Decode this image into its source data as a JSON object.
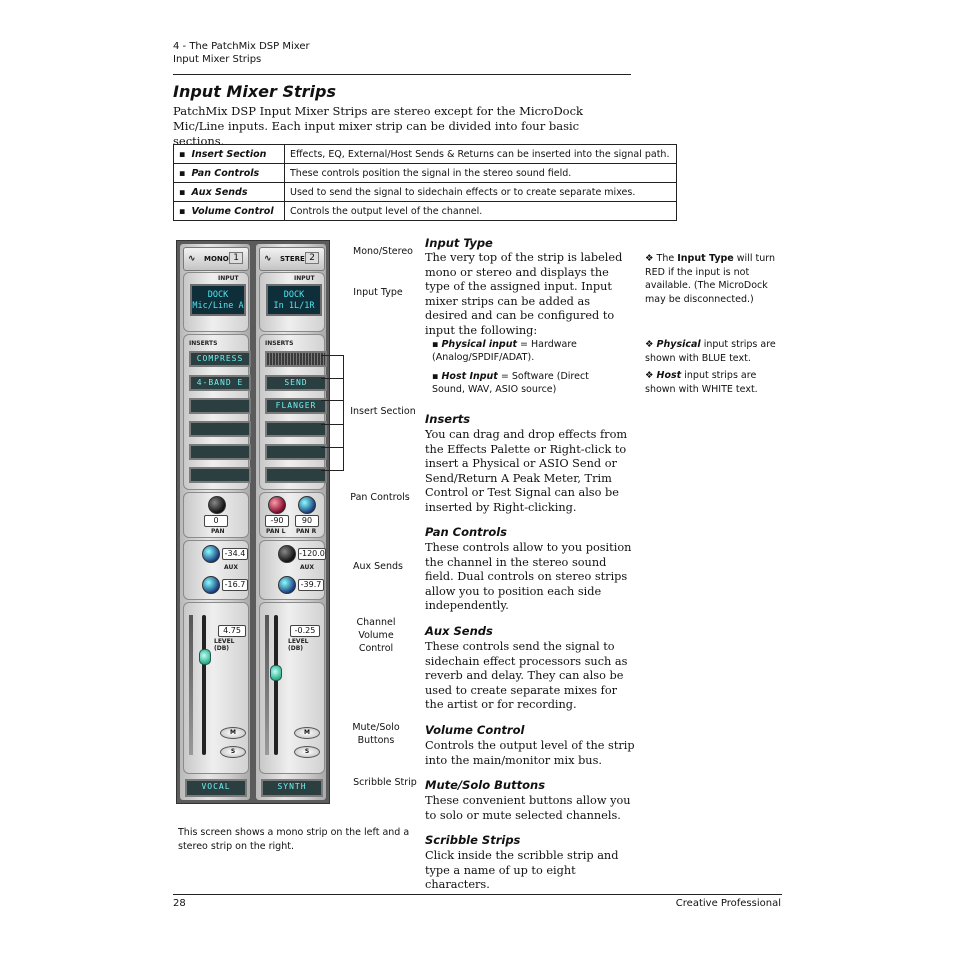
{
  "header": {
    "chapter": "4 - The PatchMix DSP Mixer",
    "section": "Input Mixer Strips"
  },
  "title": "Input Mixer Strips",
  "intro": "PatchMix DSP Input Mixer Strips are stereo except for the MicroDock Mic/Line inputs. Each input mixer strip can be divided into four basic sections.",
  "sections_table": [
    {
      "name": "Insert Section",
      "desc": "Effects, EQ, External/Host Sends & Returns can be inserted into the signal path."
    },
    {
      "name": "Pan Controls",
      "desc": "These controls position the signal in the stereo sound field."
    },
    {
      "name": "Aux Sends",
      "desc": "Used to send the signal to sidechain effects or to create separate mixes."
    },
    {
      "name": "Volume Control",
      "desc": "Controls the output level of the channel."
    }
  ],
  "mixer": {
    "left": {
      "type": "MONO",
      "number": "1",
      "input_label": "INPUT",
      "input_line1": "DOCK",
      "input_line2": "Mic/Line A",
      "inserts_label": "INSERTS",
      "inserts": [
        "COMPRESS",
        "4-BAND E",
        "",
        "",
        "",
        ""
      ],
      "pan_value": "0",
      "pan_label": "PAN",
      "aux1": "-34.4",
      "aux2": "-16.7",
      "aux_label": "AUX",
      "level": "4.75",
      "level_label": "LEVEL (DB)",
      "mute": "M",
      "solo": "S",
      "scribble": "VOCAL"
    },
    "right": {
      "type": "STEREO",
      "number": "2",
      "input_label": "INPUT",
      "input_line1": "DOCK",
      "input_line2": "In 1L/1R",
      "inserts_label": "INSERTS",
      "inserts": [
        "",
        "SEND",
        "FLANGER",
        "",
        "",
        ""
      ],
      "pan_l_value": "-90",
      "pan_r_value": "90",
      "pan_l_label": "PAN L",
      "pan_r_label": "PAN R",
      "aux1": "-120.0",
      "aux2": "-39.7",
      "aux_label": "AUX",
      "level": "-0.25",
      "level_label": "LEVEL (DB)",
      "mute": "M",
      "solo": "S",
      "scribble": "SYNTH"
    }
  },
  "callouts": {
    "mono_stereo": "Mono/Stereo",
    "input_type": "Input Type",
    "insert_section": "Insert Section",
    "pan_controls": "Pan Controls",
    "aux_sends": "Aux Sends",
    "channel_volume_1": "Channel",
    "channel_volume_2": "Volume",
    "channel_volume_3": "Control",
    "mute_solo_1": "Mute/Solo",
    "mute_solo_2": "Buttons",
    "scribble_strip": "Scribble Strip"
  },
  "caption": "This screen shows a mono strip on the left and a stereo strip on the right.",
  "body": {
    "input_type": {
      "heading": "Input Type",
      "text": "The very top of the strip is labeled mono or stereo and displays the type of the assigned input. Input mixer strips can be added as desired and can be configured to input the following:",
      "b1_label": "Physical input",
      "b1_text": " = Hardware (Analog/SPDIF/ADAT).",
      "b2_label": "Host Input",
      "b2_text": " = Software (Direct Sound, WAV, ASIO source)"
    },
    "inserts": {
      "heading": "Inserts",
      "text": "You can drag and drop effects from the Effects Palette or Right-click to insert a Physical or ASIO Send or Send/Return A Peak Meter, Trim Control or Test Signal can also be inserted by Right-clicking."
    },
    "pan": {
      "heading": "Pan Controls",
      "text": "These controls allow to you position the channel in the stereo sound field. Dual controls on stereo strips allow you to position each side independently."
    },
    "aux": {
      "heading": "Aux Sends",
      "text": "These controls send the signal to sidechain effect processors such as reverb and delay. They can also be used to create separate mixes for the artist or for recording."
    },
    "volume": {
      "heading": "Volume Control",
      "text": "Controls the output level of the strip into the main/monitor mix bus."
    },
    "mute": {
      "heading": "Mute/Solo Buttons",
      "text": "These convenient buttons allow you to solo or mute selected channels."
    },
    "scribble": {
      "heading": "Scribble Strips",
      "text": "Click inside the scribble strip and type a name of up to eight characters."
    }
  },
  "sidenotes": {
    "note1_pre": "The ",
    "note1_bold": "Input Type",
    "note1_post": " will turn RED if the input is not available. (The MicroDock may be disconnected.)",
    "note2_bold": "Physical",
    "note2_post": " input strips are shown with BLUE text.",
    "note3_bold": "Host",
    "note3_post": " input strips are shown with WHITE text."
  },
  "footer": {
    "page": "28",
    "brand": "Creative Professional"
  }
}
